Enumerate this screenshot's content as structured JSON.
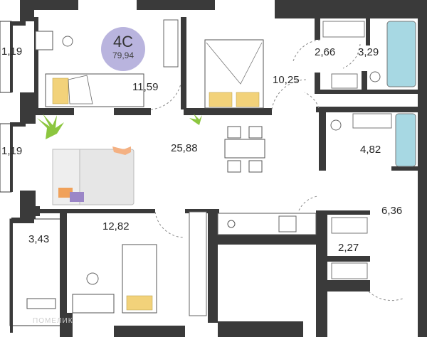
{
  "apartment": {
    "type": "4С",
    "total_area": "79,94",
    "badge_color": "#b9b4de"
  },
  "rooms": [
    {
      "id": "bedroom-top-left",
      "area": "11,59"
    },
    {
      "id": "bedroom-master",
      "area": "10,25"
    },
    {
      "id": "living-kitchen",
      "area": "25,88"
    },
    {
      "id": "bedroom-bottom",
      "area": "12,82"
    },
    {
      "id": "bathroom-small",
      "area": "2,66"
    },
    {
      "id": "bathroom-top",
      "area": "3,29"
    },
    {
      "id": "bathroom-middle",
      "area": "4,82"
    },
    {
      "id": "hallway",
      "area": "6,36"
    },
    {
      "id": "wardrobe",
      "area": "2,27"
    },
    {
      "id": "balcony-top",
      "area": "1,19"
    },
    {
      "id": "balcony-middle",
      "area": "1,19"
    },
    {
      "id": "balcony-bottom",
      "area": "3,43"
    }
  ],
  "watermark": "ПОМЕЛИК",
  "colors": {
    "wall": "#3a3a3a",
    "plant": "#8cc63f",
    "bath_water": "#a7d8e3",
    "bedding": "#f2d27a",
    "sofa": "#e6e6e6",
    "cushion_orange": "#f0a15a",
    "cushion_purple": "#9b86c7",
    "dog": "#f4b183"
  }
}
